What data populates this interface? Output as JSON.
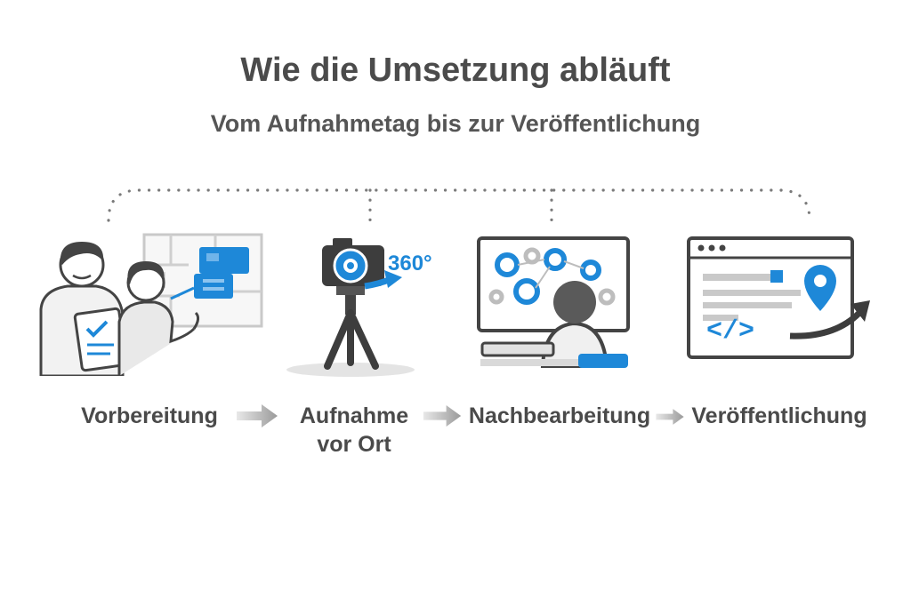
{
  "header": {
    "title": "Wie die Umsetzung abläuft",
    "subtitle": "Vom Aufnahmetag bis zur Veröffentlichung"
  },
  "steps": [
    {
      "label": "Vorbereitung",
      "icon": "planning-people-icon"
    },
    {
      "label_line1": "Aufnahme",
      "label_line2": "vor Ort",
      "icon": "camera-tripod-360-icon",
      "badge": "360°"
    },
    {
      "label": "Nachbearbeitung",
      "icon": "computer-editing-icon"
    },
    {
      "label": "Veröffentlichung",
      "icon": "browser-publish-icon",
      "code_glyph": "</>"
    }
  ],
  "colors": {
    "accent": "#1e88d8",
    "dark": "#444444",
    "gray": "#8a8a8a",
    "light": "#d4d4d4"
  }
}
